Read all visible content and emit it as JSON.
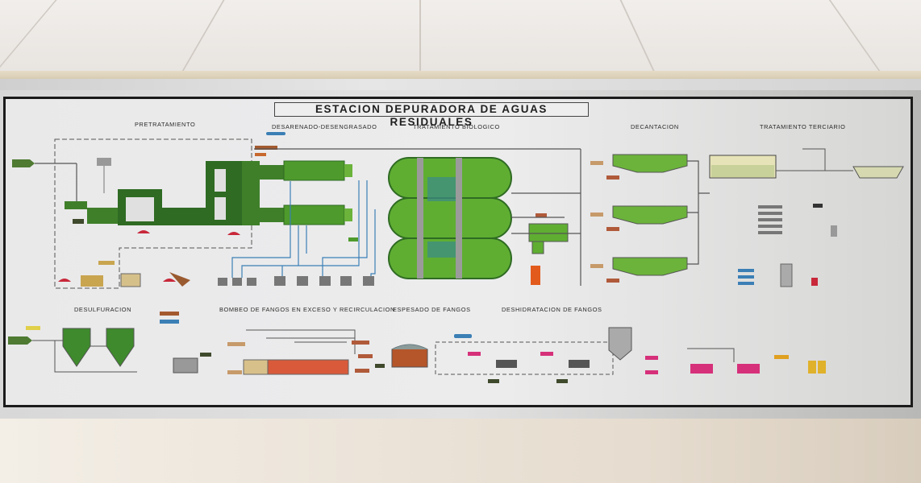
{
  "panel": {
    "title": "ESTACION DEPURADORA DE AGUAS RESIDUALES",
    "sections": {
      "pretratamiento": "PRETRATAMIENTO",
      "desarenado": "DESARENADO-DESENGRASADO",
      "biologico": "TRATAMIENTO BIOLOGICO",
      "decantacion": "DECANTACION",
      "terciario": "TRATAMIENTO TERCIARIO",
      "desulfuracion": "DESULFURACION",
      "bombeo": "BOMBEO DE FANGOS EN EXCESO Y RECIRCULACION",
      "espesado": "ESPESADO DE FANGOS",
      "deshidratacion": "DESHIDRATACION DE FANGOS"
    }
  },
  "colors": {
    "process_green": "#4e9a2c",
    "dark_green": "#2f6b23",
    "pipe_blue": "#3b7fb5",
    "pipe_gray": "#555555",
    "sludge_red": "#c7482e",
    "reagent_pink": "#d6307a",
    "reagent_yellow": "#e0b12b",
    "dosing_orange": "#e25b1c",
    "hopper_red": "#c8283a",
    "frame_black": "#1b1b1b"
  }
}
